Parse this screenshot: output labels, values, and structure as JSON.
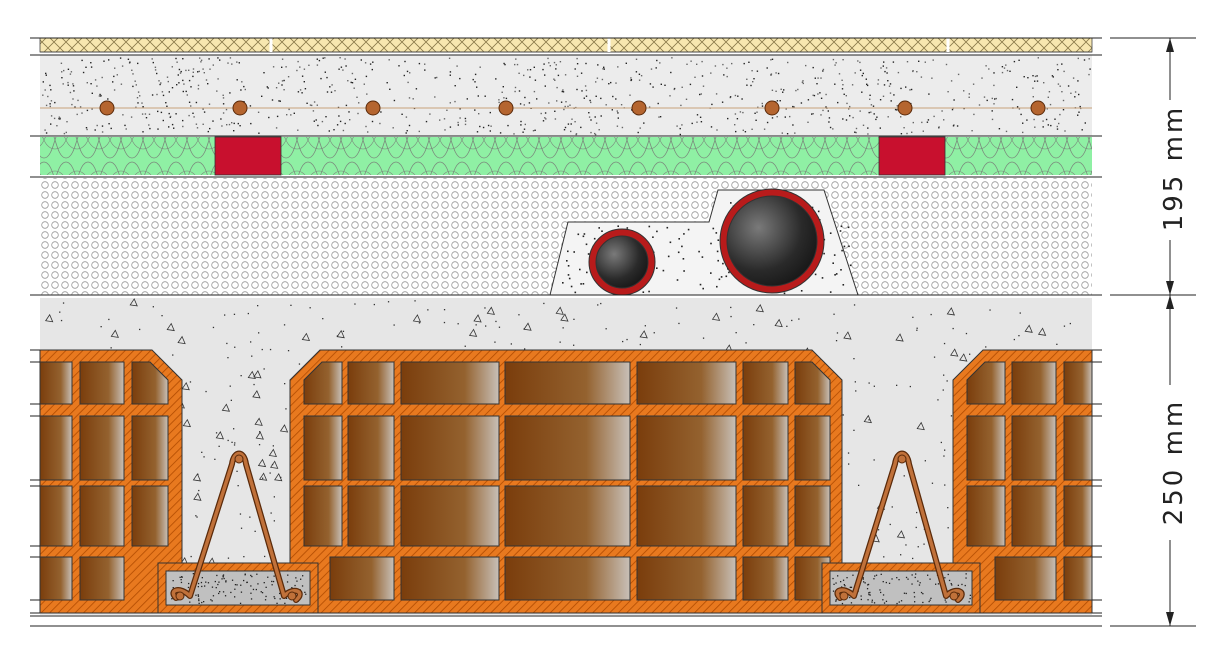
{
  "dimensions": [
    {
      "label": "195 mm"
    },
    {
      "label": "250 mm"
    }
  ],
  "colors": {
    "tile": "#f7e7b0",
    "screed": "#ececec",
    "heating_pipe": "#b5652f",
    "insulation": "#8ff0a4",
    "insulation_strip": "#c8102e",
    "lightweight_fill": "#ffffff",
    "topping_concrete": "#e6e6e6",
    "hollow_block": "#e8791f",
    "block_cavity": "#7a3d0c",
    "reinforcement": "#b5652f",
    "joist_concrete": "#c0c0c0",
    "conduit": "#222222",
    "conduit_ring": "#b81b1b"
  },
  "heating_pipe_count": 8,
  "conduits": [
    {
      "name": "small-conduit"
    },
    {
      "name": "large-conduit"
    }
  ]
}
